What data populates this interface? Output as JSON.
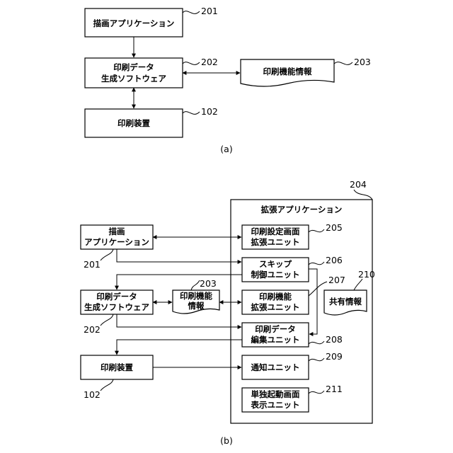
{
  "caption_a": "(a)",
  "caption_b": "(b)",
  "a": {
    "drawing_app": "描画アプリケーション",
    "print_data_gen": [
      "印刷データ",
      "生成ソフトウェア"
    ],
    "print_function_info": "印刷機能情報",
    "printer": "印刷装置",
    "refs": {
      "drawing_app": "201",
      "print_data_gen": "202",
      "print_function_info": "203",
      "printer": "102"
    }
  },
  "b": {
    "extension_app": "拡張アプリケーション",
    "drawing_app": [
      "描画",
      "アプリケーション"
    ],
    "print_data_gen": [
      "印刷データ",
      "生成ソフトウェア"
    ],
    "print_function_info": [
      "印刷機能",
      "情報"
    ],
    "printer": "印刷装置",
    "print_settings_ext": [
      "印刷設定画面",
      "拡張ユニット"
    ],
    "skip_control": [
      "スキップ",
      "制御ユニット"
    ],
    "print_function_ext": [
      "印刷機能",
      "拡張ユニット"
    ],
    "shared_info": "共有情報",
    "print_data_edit": [
      "印刷データ",
      "編集ユニット"
    ],
    "notify": "通知ユニット",
    "standalone_display": [
      "単独起動画面",
      "表示ユニット"
    ],
    "refs": {
      "extension_app": "204",
      "print_settings_ext": "205",
      "skip_control": "206",
      "print_function_ext": "207",
      "print_data_edit": "208",
      "notify": "209",
      "shared_info": "210",
      "standalone_display": "211",
      "drawing_app": "201",
      "print_data_gen": "202",
      "print_function_info": "203",
      "printer": "102"
    }
  }
}
